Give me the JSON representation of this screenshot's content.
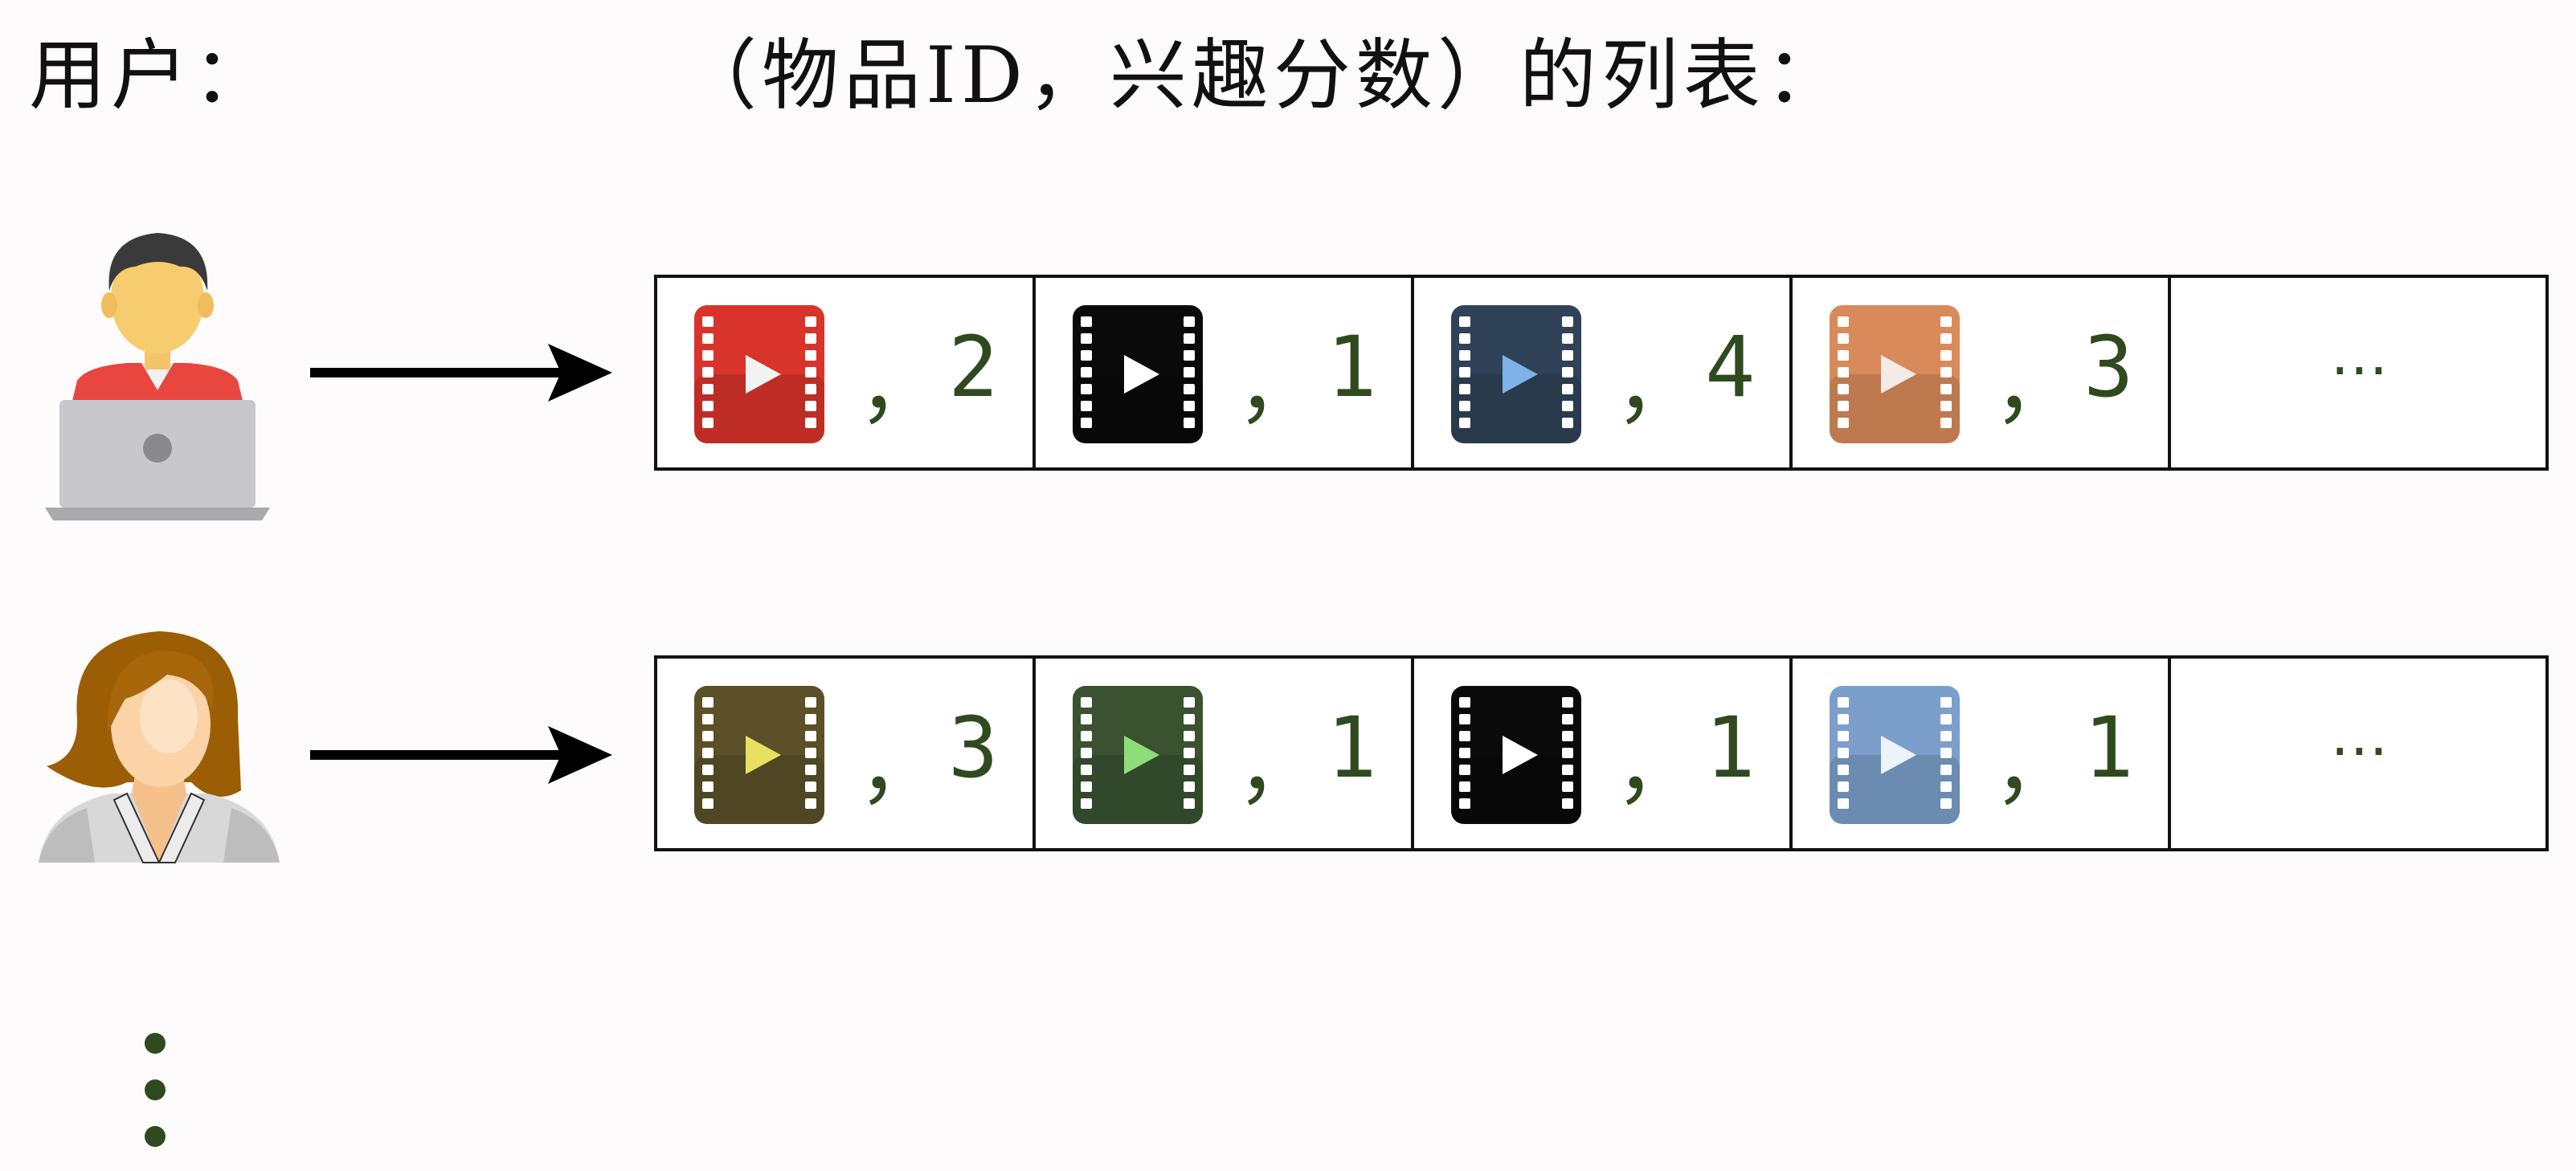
{
  "headings": {
    "user": "用户：",
    "list": "（物品ID，兴趣分数）的列表："
  },
  "users": [
    {
      "avatar_icon": "man-with-laptop-icon",
      "items": [
        {
          "film_color": "#d9342b",
          "play_color": "#f2f2f2",
          "score": "2"
        },
        {
          "film_color": "#0a0a0a",
          "play_color": "#ffffff",
          "score": "1"
        },
        {
          "film_color": "#2f4258",
          "play_color": "#7fb2e8",
          "score": "4"
        },
        {
          "film_color": "#d98a5a",
          "play_color": "#f3ece6",
          "score": "3"
        }
      ],
      "more": "⋯"
    },
    {
      "avatar_icon": "woman-avatar-icon",
      "items": [
        {
          "film_color": "#5b5028",
          "play_color": "#e8e060",
          "score": "3"
        },
        {
          "film_color": "#3a5230",
          "play_color": "#8edc7a",
          "score": "1"
        },
        {
          "film_color": "#0a0a0a",
          "play_color": "#ffffff",
          "score": "1"
        },
        {
          "film_color": "#7b9fca",
          "play_color": "#eef3f9",
          "score": "1"
        }
      ],
      "more": "⋯"
    }
  ],
  "separator": "，",
  "more_users_icon": "vertical-ellipsis-icon"
}
